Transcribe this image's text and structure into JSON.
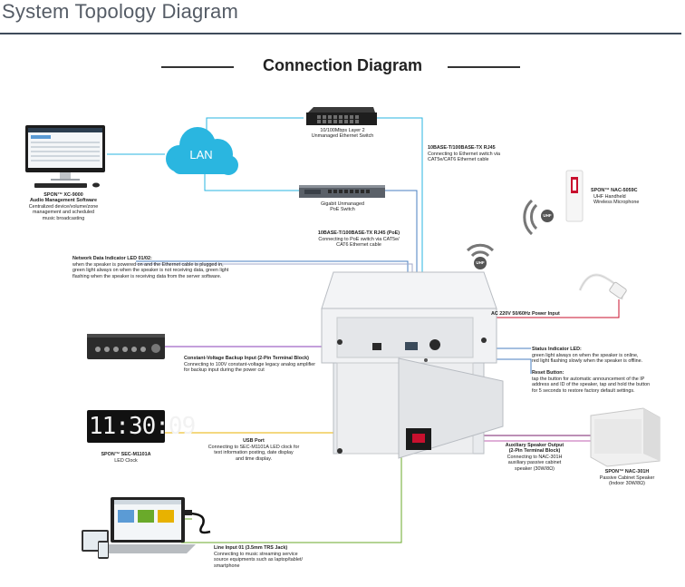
{
  "page_title": "System Topology Diagram",
  "diagram_title": "Connection Diagram",
  "lan_label": "LAN",
  "uhf_badge": "UHF",
  "layer2_switch": {
    "desc": "10/100Mbps Layer 2\nUnmanaged Ethernet Switch"
  },
  "poe_switch": {
    "desc": "Gigabit Unmanaged\nPoE Switch"
  },
  "xc9000": {
    "title": "SPON™ XC-9000\nAudio Management Software",
    "desc": "Centralized device/volume/zone\nmanagement and scheduled\nmusic broadcasting"
  },
  "rj45": {
    "title": "10BASE-T/100BASE-TX RJ45",
    "desc": "Connecting to Ethernet switch via\nCAT5e/CAT6 Ethernet cable"
  },
  "rj45_poe": {
    "title": "10BASE-T/100BASE-TX RJ45 (PoE)",
    "desc": "Connecting to PoE switch via CAT5e/\nCAT6 Ethernet cable"
  },
  "nac5059c": {
    "title": "SPON™ NAC-5059C",
    "desc": "UHF Handheld\nWireless Microphone"
  },
  "net_led": {
    "title": "Network Data Indicator LED 01/02:",
    "desc": "when the speaker is powered on and the Ethernet cable is plugged in,\ngreen light always on when the speaker is not receiving data, green light\nflashing when the speaker is receiving data from the server software."
  },
  "ac_power": {
    "title": "AC 220V 50/60Hz Power Input"
  },
  "backup_input": {
    "title": "Constant-Voltage Backup Input (2-Pin Terminal Block)",
    "desc": "Connecting to 100V constant-voltage legacy analog amplifier\nfor backup input during the power cut"
  },
  "status_led": {
    "title": "Status Indicator LED:",
    "desc": "green light always on when the speaker is online,\nred light flashing slowly when the speaker is offline."
  },
  "reset_button": {
    "title": "Reset Button:",
    "desc": "tap the button for automatic announcement of the IP\naddress and ID of the speaker, tap and hold the button\nfor 5 seconds to restore factory default settings."
  },
  "led_clock": {
    "display": "11:30:09",
    "title": "SPON™ SEC-M1101A",
    "desc": "LED Clock"
  },
  "usb_port": {
    "title": "USB Port",
    "desc": "Connecting to SEC-M1101A LED clock for\ntext information posting, date display\nand time display."
  },
  "aux_output": {
    "title": "Auxiliary Speaker Output\n(2-Pin Terminal Block)",
    "desc": "Connecting to NAC-301H\nauxiliary passive cabinet\nspeaker (30W/8Ω)"
  },
  "nac301h": {
    "title": "SPON™ NAC-301H",
    "desc": "Passive Cabinet Speaker\n(Indoor 30W/8Ω)"
  },
  "line_input": {
    "title": "Line Input 01 (3.5mm TRS Jack)",
    "desc": "Connecting to music streaming service\nsource equipments such as laptop/tablet/\nsmartphone"
  },
  "colors": {
    "lan": "#2ab6e0",
    "network": "#4a7fc0",
    "ac": "#c8102e",
    "backup": "#8a3fb8",
    "usb": "#e8b200",
    "aux": "#7a1f6e",
    "line": "#6aaa2a",
    "title_rule": "#3e4a5a"
  }
}
